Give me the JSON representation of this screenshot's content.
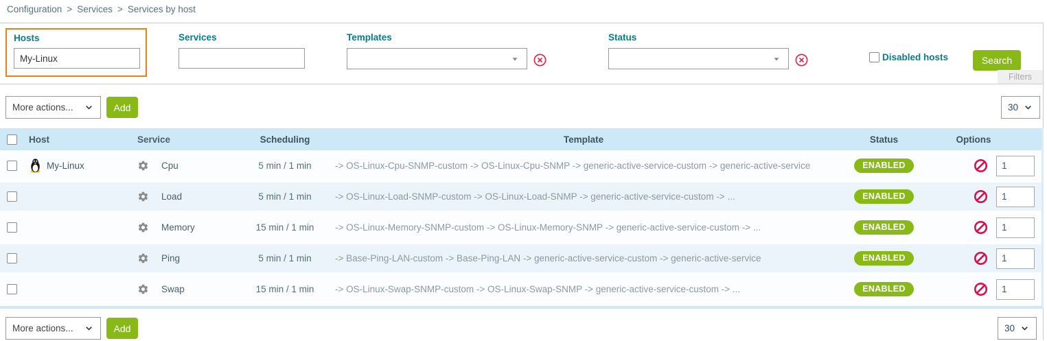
{
  "breadcrumb": {
    "items": [
      "Configuration",
      "Services",
      "Services by host"
    ],
    "separator": ">"
  },
  "filters": {
    "hosts": {
      "label": "Hosts",
      "value": "My-Linux"
    },
    "services": {
      "label": "Services",
      "value": ""
    },
    "templates": {
      "label": "Templates",
      "value": ""
    },
    "status": {
      "label": "Status",
      "value": ""
    },
    "disabled_hosts_label": "Disabled hosts",
    "search_button": "Search",
    "filters_tab": "Filters"
  },
  "toolbar": {
    "more_actions": "More actions...",
    "add_button": "Add",
    "page_size": "30"
  },
  "table": {
    "headers": [
      "Host",
      "Service",
      "Scheduling",
      "Template",
      "Status",
      "Options"
    ],
    "rows": [
      {
        "host": "My-Linux",
        "service": "Cpu",
        "scheduling": "5 min / 1 min",
        "template": "-> OS-Linux-Cpu-SNMP-custom -> OS-Linux-Cpu-SNMP -> generic-active-service-custom -> generic-active-service",
        "status": "ENABLED",
        "options_value": "1"
      },
      {
        "host": "",
        "service": "Load",
        "scheduling": "5 min / 1 min",
        "template": "-> OS-Linux-Load-SNMP-custom -> OS-Linux-Load-SNMP -> generic-active-service-custom -> ...",
        "status": "ENABLED",
        "options_value": "1"
      },
      {
        "host": "",
        "service": "Memory",
        "scheduling": "15 min / 1 min",
        "template": "-> OS-Linux-Memory-SNMP-custom -> OS-Linux-Memory-SNMP -> generic-active-service-custom -> ...",
        "status": "ENABLED",
        "options_value": "1"
      },
      {
        "host": "",
        "service": "Ping",
        "scheduling": "5 min / 1 min",
        "template": "-> Base-Ping-LAN-custom -> Base-Ping-LAN -> generic-active-service-custom -> generic-active-service",
        "status": "ENABLED",
        "options_value": "1"
      },
      {
        "host": "",
        "service": "Swap",
        "scheduling": "15 min / 1 min",
        "template": "-> OS-Linux-Swap-SNMP-custom -> OS-Linux-Swap-SNMP -> generic-active-service-custom -> ...",
        "status": "ENABLED",
        "options_value": "1"
      }
    ]
  },
  "icons": {
    "host_icon": "linux-penguin",
    "service_icon": "gear",
    "options_icon": "prohibited-sign",
    "clear_icon": "circled-x",
    "select_icon": "chevron-down"
  },
  "colors": {
    "accent_green": "#88b917",
    "highlight_orange": "#e8801a",
    "label_teal": "#077d8a",
    "table_header_blue": "#cde9f7",
    "danger_red": "#d6134b"
  }
}
